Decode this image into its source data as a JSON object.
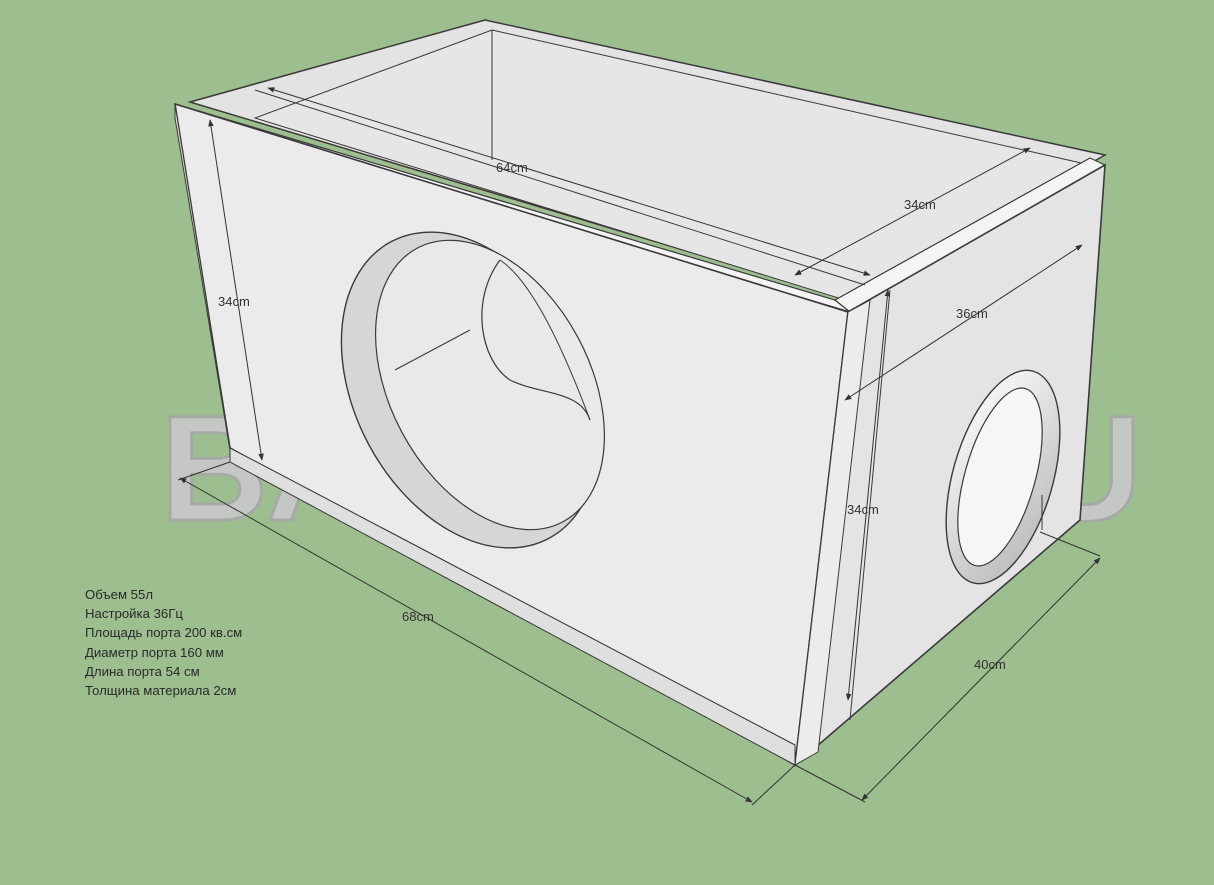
{
  "colors": {
    "background": "#9dbe8f",
    "panel": "#ebebeb",
    "panel_shade": "#dadada",
    "edge": "#3a3a3a",
    "watermark": "#c9c9c9"
  },
  "watermark": "BASSBOX.RU",
  "dimensions": {
    "inner_length": "64cm",
    "inner_depth": "34cm",
    "left_height": "34cm",
    "right_width": "36cm",
    "right_height": "34cm",
    "outer_length": "68cm",
    "outer_depth": "40cm"
  },
  "specs": [
    "Объем 55л",
    "Настройка 36Гц",
    "Площадь порта 200 кв.см",
    "Диаметр порта 160 мм",
    "Длина порта 54 см",
    "Толщина материала 2см"
  ]
}
